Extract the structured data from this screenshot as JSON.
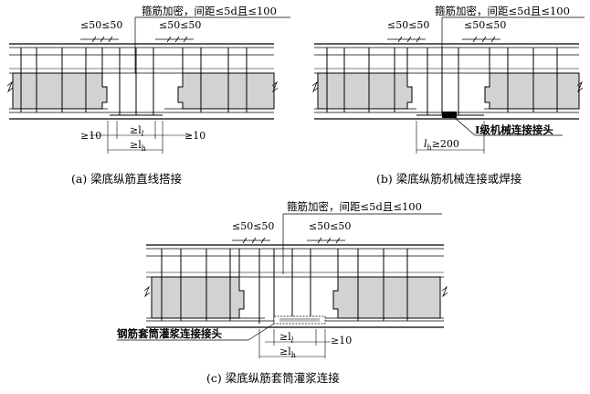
{
  "panels": {
    "a": {
      "caption": "(a) 梁底纵筋直线搭接",
      "note": "箍筋加密，间距≤5d且≤100",
      "spacing_left": "≤50≤50",
      "spacing_right": "≤50≤50",
      "dim_left_10": "≥10",
      "dim_ll": "≥l",
      "dim_ll_sub": "l",
      "dim_lh": "≥l",
      "dim_lh_sub": "h",
      "dim_right_10": "≥10"
    },
    "b": {
      "caption": "(b) 梁底纵筋机械连接或焊接",
      "note": "箍筋加密，间距≤5d且≤100",
      "spacing_left": "≤50≤50",
      "spacing_right": "≤50≤50",
      "connector_label": "Ⅰ级机械连接接头",
      "dim_lh": "l",
      "dim_lh_sub": "h",
      "dim_lh_val": "≥200"
    },
    "c": {
      "caption": "(c) 梁底纵筋套筒灌浆连接",
      "note": "箍筋加密，间距≤5d且≤100",
      "spacing_left": "≤50≤50",
      "spacing_right": "≤50≤50",
      "sleeve_label": "钢筋套筒灌浆连接接头",
      "dim_ll": "≥l",
      "dim_ll_sub": "l",
      "dim_lh": "≥l",
      "dim_lh_sub": "h",
      "dim_right_10": "≥10"
    }
  },
  "colors": {
    "slab_fill": "#d2d2d2",
    "line": "#000000",
    "background": "#ffffff"
  }
}
